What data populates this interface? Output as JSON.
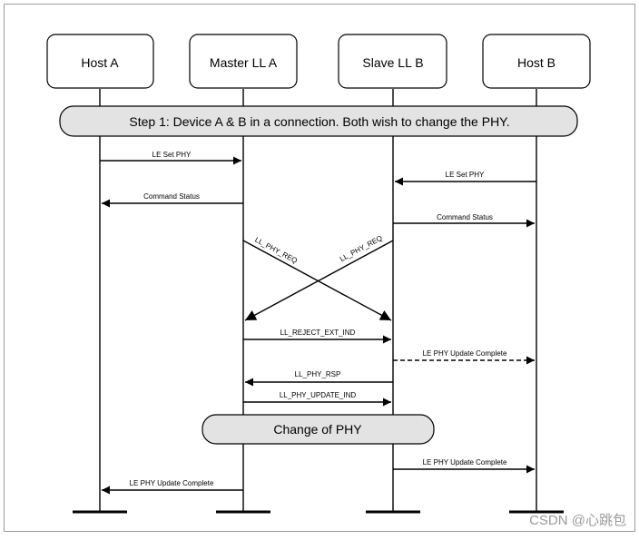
{
  "participants": [
    "Host A",
    "Master LL A",
    "Slave LL B",
    "Host B"
  ],
  "banners": {
    "step1": "Step 1: Device A & B in a connection. Both wish to change the PHY.",
    "change_phy": "Change of PHY"
  },
  "messages": [
    {
      "label": "LE Set PHY",
      "from": "Host A",
      "to": "Master LL A",
      "style": "solid"
    },
    {
      "label": "LE Set PHY",
      "from": "Host B",
      "to": "Slave LL B",
      "style": "solid"
    },
    {
      "label": "Command Status",
      "from": "Master LL A",
      "to": "Host A",
      "style": "solid"
    },
    {
      "label": "Command Status",
      "from": "Slave LL B",
      "to": "Host B",
      "style": "solid"
    },
    {
      "label": "LL_PHY_REQ",
      "from": "Master LL A",
      "to": "Slave LL B",
      "style": "solid"
    },
    {
      "label": "LL_PHY_REQ",
      "from": "Slave LL B",
      "to": "Master LL A",
      "style": "solid"
    },
    {
      "label": "LL_REJECT_EXT_IND",
      "from": "Master LL A",
      "to": "Slave LL B",
      "style": "solid"
    },
    {
      "label": "LE PHY Update Complete",
      "from": "Slave LL B",
      "to": "Host B",
      "style": "dashed"
    },
    {
      "label": "LL_PHY_RSP",
      "from": "Slave LL B",
      "to": "Master LL A",
      "style": "solid"
    },
    {
      "label": "LL_PHY_UPDATE_IND",
      "from": "Master LL A",
      "to": "Slave LL B",
      "style": "solid"
    },
    {
      "label": "LE PHY Update Complete",
      "from": "Slave LL B",
      "to": "Host B",
      "style": "solid"
    },
    {
      "label": "LE PHY Update Complete",
      "from": "Master LL A",
      "to": "Host A",
      "style": "solid"
    }
  ],
  "watermark": "CSDN @心跳包"
}
